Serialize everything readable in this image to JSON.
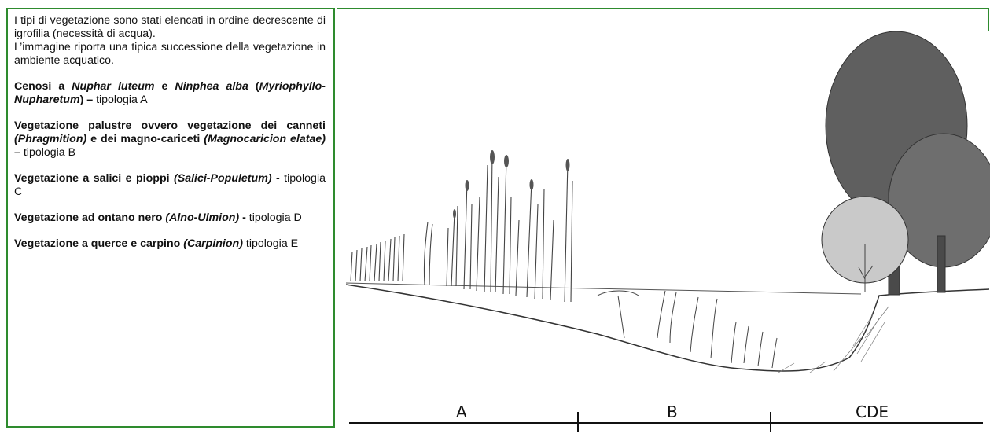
{
  "intro": {
    "line1": "I tipi di vegetazione sono stati elencati in ordine decrescente di igrofilia (necessità di acqua).",
    "line2": "L’immagine riporta una tipica successione della vegetazione in ambiente acquatico."
  },
  "entries": [
    {
      "a": "Cenosi a ",
      "b": "Nuphar luteum",
      "c": " e ",
      "d": "Ninphea alba",
      "e": " (",
      "f": "Myriophyllo-Nupharetum",
      "g": ") – ",
      "h": "tipologia A"
    },
    {
      "a": "Vegetazione palustre ovvero vegetazione dei canneti ",
      "b": "(Phragmition)",
      "c": " e dei magno-cariceti ",
      "d": "(Magnocaricion elatae)",
      "e": " – ",
      "f": "tipologia B"
    },
    {
      "a": "Vegetazione a salici e pioppi ",
      "b": "(Salici-Populetum)",
      "c": " - ",
      "d": "tipologia C"
    },
    {
      "a": "Vegetazione ad ontano nero ",
      "b": "(Alno-Ulmion)",
      "c": " - ",
      "d": "tipologia D"
    },
    {
      "a": "Vegetazione a querce e carpino ",
      "b": "(Carpinion)",
      "c": " ",
      "d": "tipologia E"
    }
  ],
  "zones": {
    "a": "A",
    "b": "B",
    "cde": "CDE"
  }
}
